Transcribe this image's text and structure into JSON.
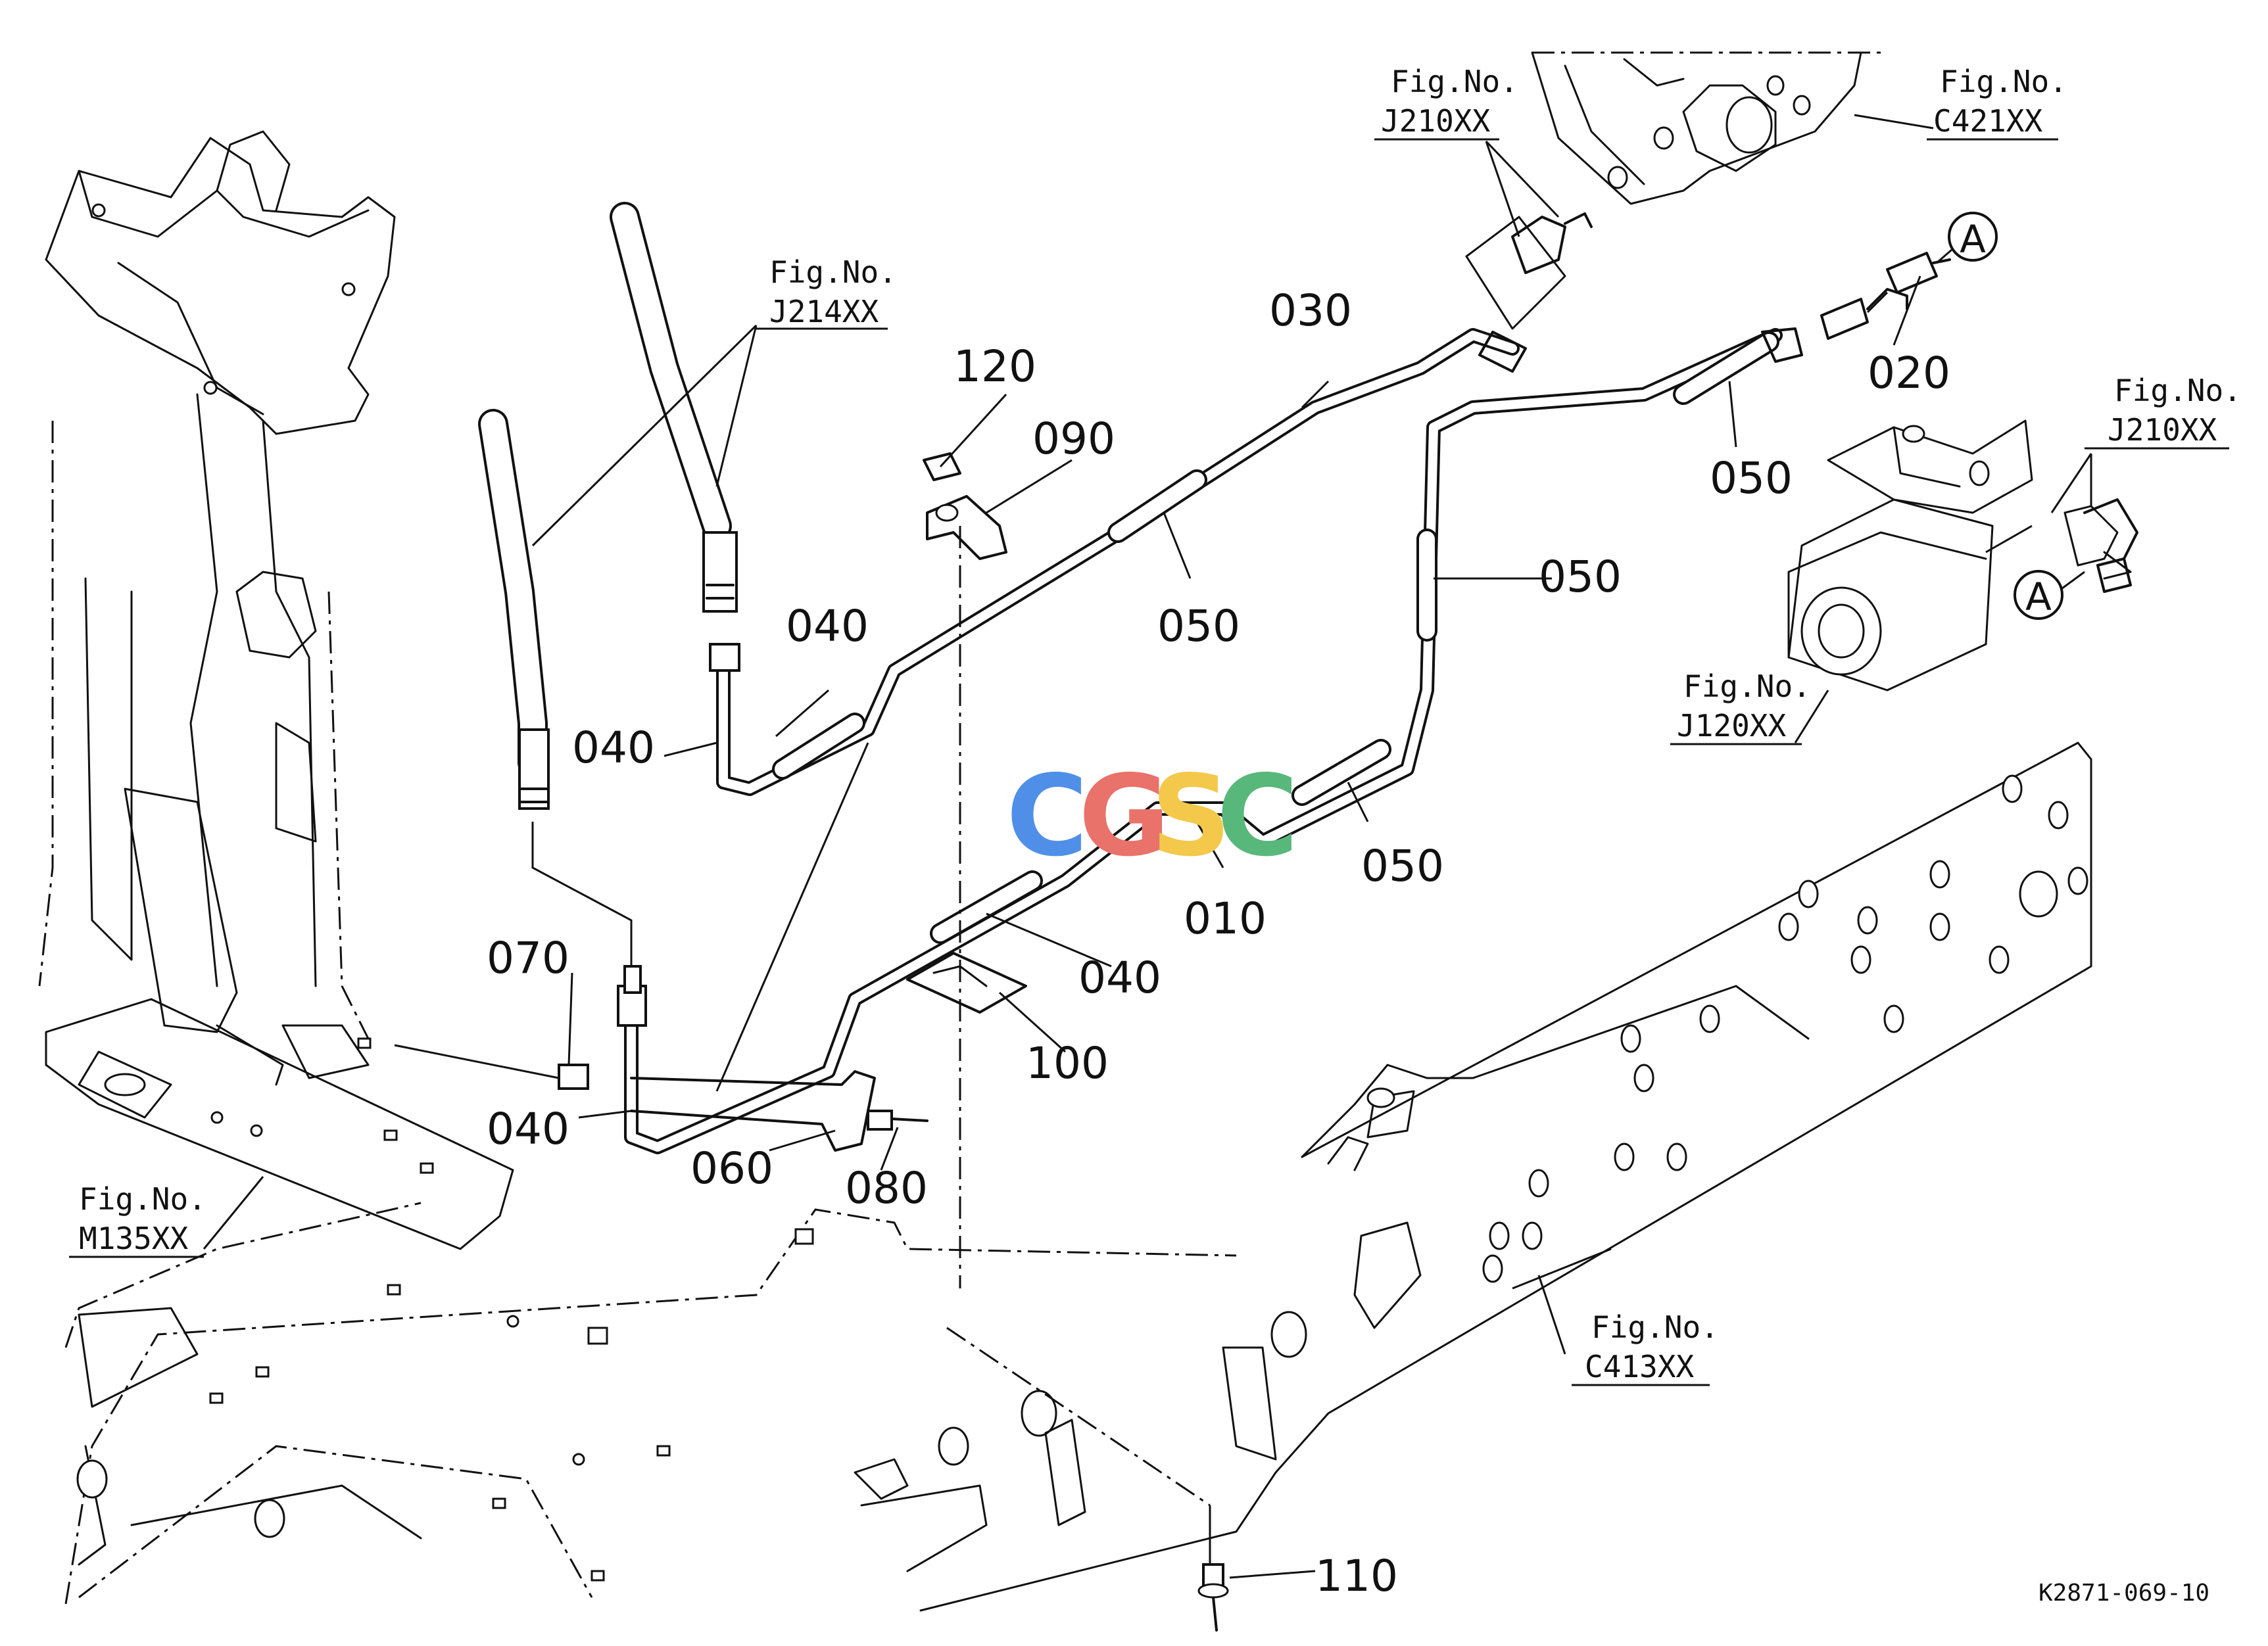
{
  "parts": {
    "p010": "010",
    "p020": "020",
    "p030": "030",
    "p040_top": "040",
    "p040_left": "040",
    "p040_mid": "040",
    "p040_bottom": "040",
    "p050_a": "050",
    "p050_b": "050",
    "p050_c": "050",
    "p050_d": "050",
    "p060": "060",
    "p070": "070",
    "p080": "080",
    "p090": "090",
    "p100": "100",
    "p110": "110",
    "p120": "120"
  },
  "figures": {
    "j214": {
      "line1": "Fig.No.",
      "line2": "J214XX"
    },
    "j210_top": {
      "line1": "Fig.No.",
      "line2": "J210XX"
    },
    "c421": {
      "line1": "Fig.No.",
      "line2": "C421XX"
    },
    "j210_right": {
      "line1": "Fig.No.",
      "line2": "J210XX"
    },
    "j120": {
      "line1": "Fig.No.",
      "line2": "J120XX"
    },
    "m135": {
      "line1": "Fig.No.",
      "line2": "M135XX"
    },
    "c413": {
      "line1": "Fig.No.",
      "line2": "C413XX"
    }
  },
  "callouts": {
    "a_top": "A",
    "a_right": "A"
  },
  "watermark": {
    "letters": [
      "C",
      "G",
      "S",
      "C"
    ],
    "colors": [
      "#4f8fe8",
      "#e9726a",
      "#f4c84a",
      "#58b77a"
    ]
  },
  "drawing_code": "K2871-069-10"
}
